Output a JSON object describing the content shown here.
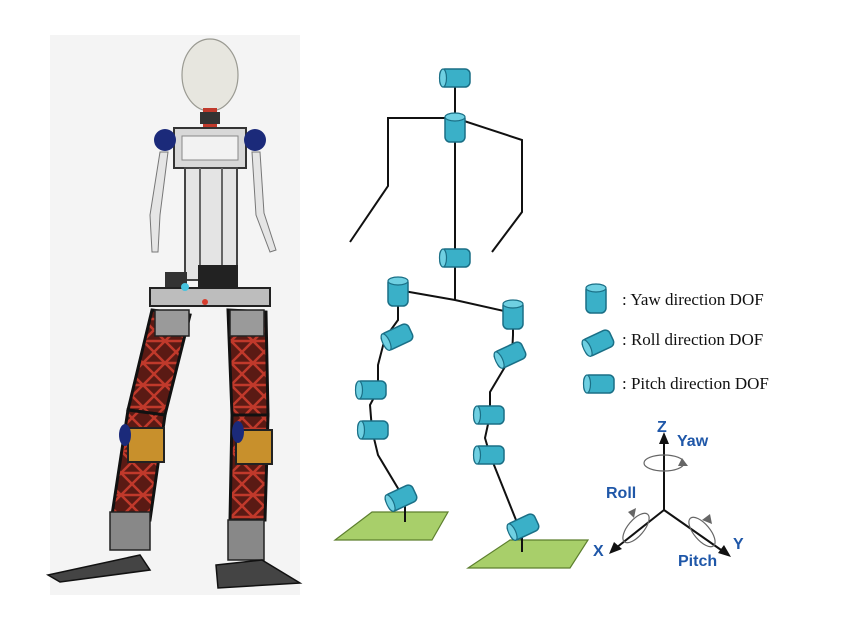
{
  "legend": {
    "yaw_label": ": Yaw direction DOF",
    "roll_label": ": Roll direction DOF",
    "pitch_label": ": Pitch direction DOF"
  },
  "axes": {
    "z_label": "Z",
    "y_label": "Y",
    "x_label": "X",
    "yaw_label": "Yaw",
    "roll_label": "Roll",
    "pitch_label": "Pitch"
  },
  "colors": {
    "joint_fill": "#3ab0c8",
    "joint_stroke": "#1a6f86",
    "foot_fill": "#a8cf6a",
    "axis_blue": "#1f57a8",
    "truss_red": "#9a2a22",
    "robot_panel": "#c8c8c8"
  }
}
